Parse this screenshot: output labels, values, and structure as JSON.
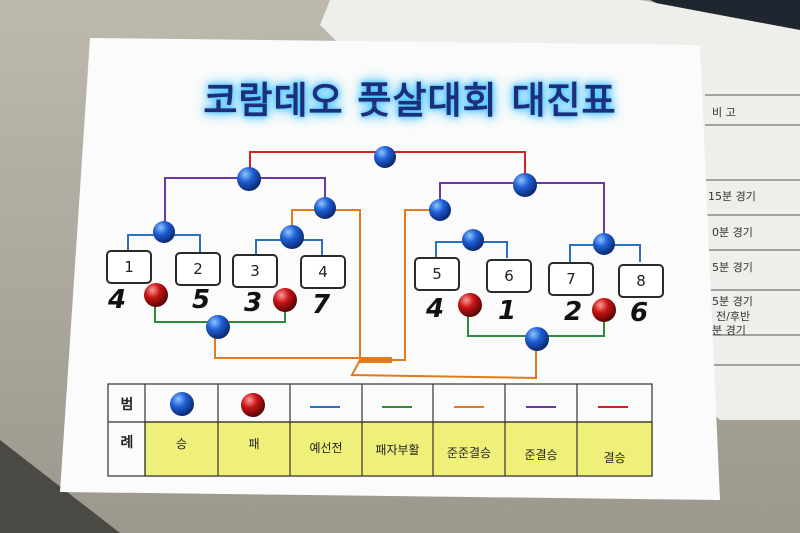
{
  "poster": {
    "title": "코람데오 풋살대회 대진표",
    "teams": [
      "1",
      "2",
      "3",
      "4",
      "5",
      "6",
      "7",
      "8"
    ],
    "scores": [
      {
        "team": "1",
        "score": "4"
      },
      {
        "team": "2",
        "score": "5"
      },
      {
        "team": "3",
        "score": "3"
      },
      {
        "team": "4",
        "score": "7"
      },
      {
        "team": "5",
        "score": "4"
      },
      {
        "team": "6",
        "score": "1"
      },
      {
        "team": "7",
        "score": "2"
      },
      {
        "team": "8",
        "score": "6"
      }
    ],
    "legend": {
      "label_top": "범",
      "label_bottom": "례",
      "items": [
        "승",
        "패",
        "예선전",
        "패자부활",
        "준준결승",
        "준결승",
        "결승"
      ],
      "colors": {
        "win": "#1f5fd6",
        "lose": "#c81414",
        "preliminary": "#2d6fc0",
        "repechage": "#2e8b3a",
        "quarterfinal": "#e07a1f",
        "semifinal": "#6a3aa0",
        "final": "#d42020"
      }
    }
  },
  "side_sheet": {
    "lines": [
      "비  고",
      "15분 경기",
      "0분 경기",
      "5분 경기",
      "5분 경기",
      "전/후반",
      "분 경기"
    ]
  }
}
